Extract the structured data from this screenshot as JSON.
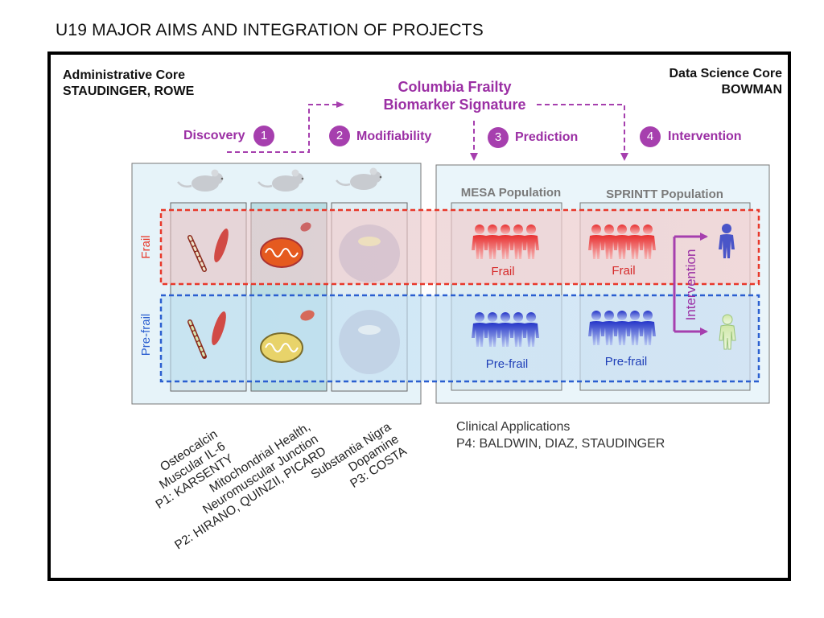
{
  "title": "U19 MAJOR AIMS AND INTEGRATION OF PROJECTS",
  "admin_core": {
    "line1": "Administrative Core",
    "line2": "STAUDINGER, ROWE"
  },
  "data_science_core": {
    "line1": "Data Science Core",
    "line2": "BOWMAN"
  },
  "biomarker": {
    "line1": "Columbia Frailty",
    "line2": "Biomarker Signature"
  },
  "aims": [
    {
      "num": "1",
      "label": "Discovery"
    },
    {
      "num": "2",
      "label": "Modifiability"
    },
    {
      "num": "3",
      "label": "Prediction"
    },
    {
      "num": "4",
      "label": "Intervention"
    }
  ],
  "rows": {
    "frail": "Frail",
    "prefrail": "Pre-frail"
  },
  "populations": {
    "mesa": "MESA Population",
    "sprintt": "SPRINTT Population",
    "frail_label": "Frail",
    "prefrail_label": "Pre-frail",
    "intervention": "Intervention"
  },
  "projects": {
    "p1": {
      "l1": "Osteocalcin",
      "l2": "Muscular IL-6",
      "l3": "P1: KARSENTY"
    },
    "p2": {
      "l1": "Mitochondrial Health,",
      "l2": "Neuromuscular Junction",
      "l3": "P2: HIRANO, QUINZII, PICARD"
    },
    "p3": {
      "l1": "Substantia Nigra",
      "l2": "Dopamine",
      "l3": "P3: COSTA"
    }
  },
  "clinical": {
    "line1": "Clinical Applications",
    "line2": "P4: BALDWIN, DIAZ, STAUDINGER"
  },
  "colors": {
    "purple": "#9b2fa4",
    "frail_red": "#e8382a",
    "prefrail_blue": "#2b5fd0",
    "panel_fill": "#e8f4fa"
  },
  "icons": [
    "mouse-icon",
    "bone-icon",
    "muscle-icon",
    "mitochondria-icon",
    "brain-icon",
    "person-icon"
  ]
}
